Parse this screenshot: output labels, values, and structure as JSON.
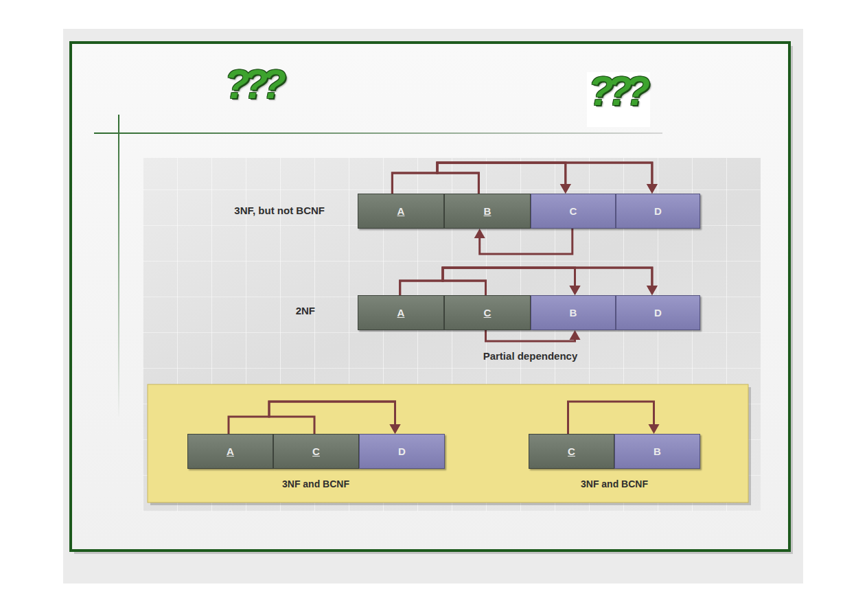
{
  "diagram": {
    "nodes": [
      {
        "text": [
          "A"
        ]
      },
      {
        "text": [
          "B"
        ]
      },
      {
        "text": [
          "C"
        ]
      },
      {
        "text": [
          "D"
        ]
      },
      {
        "text": [
          "A"
        ]
      },
      {
        "text": [
          "C"
        ]
      },
      {
        "text": [
          "B"
        ]
      },
      {
        "text": [
          "D"
        ]
      },
      {
        "text": [
          "3NF and BCNF",
          "3NF and BCNF"
        ]
      },
      {
        "text": [
          "A"
        ],
        "in": 8
      },
      {
        "text": [
          "C"
        ],
        "in": 8
      },
      {
        "text": [
          "D"
        ],
        "in": 8
      },
      {
        "text": [
          "C"
        ],
        "in": 8
      },
      {
        "text": [
          "B"
        ],
        "in": 8
      }
    ],
    "edges": [
      {
        "from": 0,
        "to": 2,
        "arrow": "to"
      },
      {
        "from": 0,
        "to": 3,
        "arrow": "to"
      },
      {
        "from": 1,
        "to": 2,
        "arrow": "to"
      },
      {
        "from": 1,
        "to": 3,
        "arrow": "to"
      },
      {
        "from": 2,
        "to": 1,
        "arrow": "to"
      },
      {
        "from": 4,
        "to": 6,
        "arrow": "to"
      },
      {
        "from": 4,
        "to": 7,
        "arrow": "to"
      },
      {
        "from": 5,
        "to": 6,
        "arrow": "to"
      },
      {
        "from": 5,
        "to": 7,
        "arrow": "to"
      },
      {
        "from": 5,
        "to": 6,
        "label": "Partial dependency",
        "arrow": "to"
      },
      {
        "from": 9,
        "to": 11,
        "arrow": "to"
      },
      {
        "from": 10,
        "to": 11,
        "arrow": "to"
      },
      {
        "from": 12,
        "to": 13,
        "arrow": "to"
      }
    ],
    "labels": [
      "???",
      "???",
      "3NF, but not BCNF",
      "2NF"
    ]
  }
}
